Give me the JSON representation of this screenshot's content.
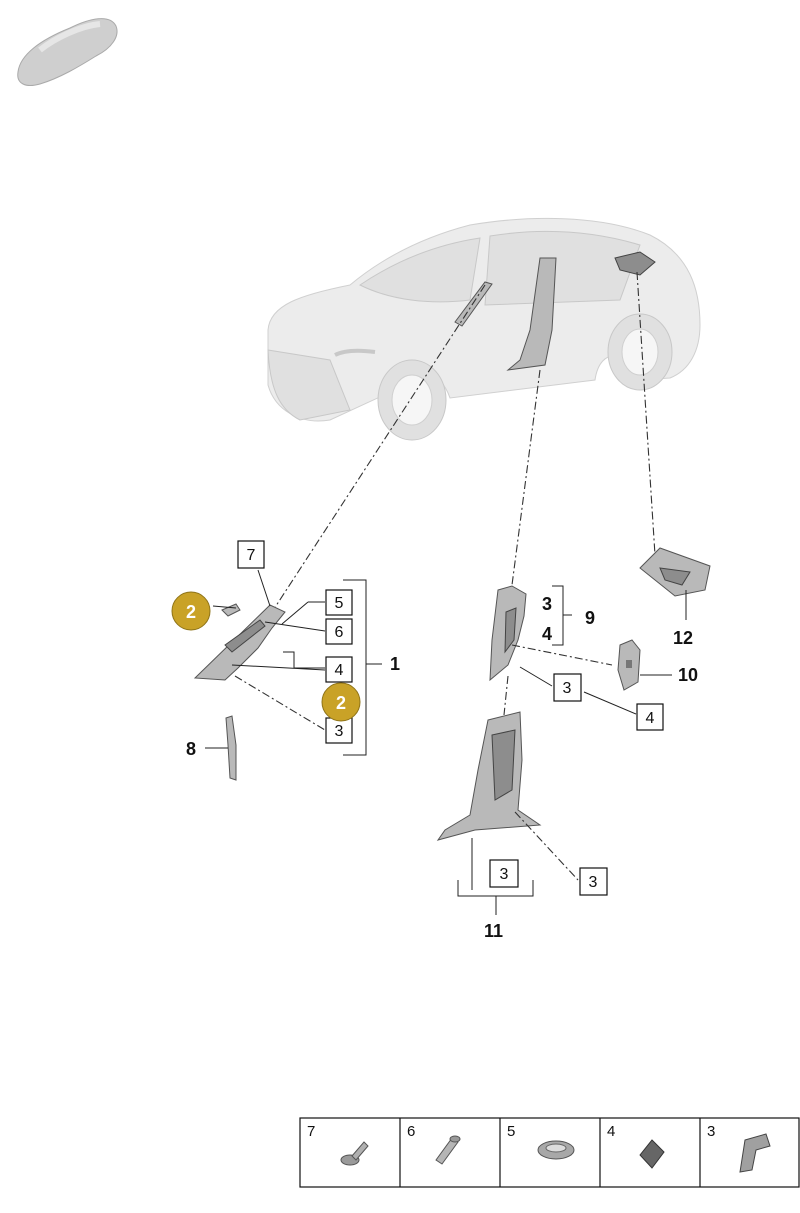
{
  "callouts": {
    "c1": "1",
    "c2a": "2",
    "c2b": "2",
    "c3a": "3",
    "c3b": "3",
    "c3c": "3",
    "c3d": "3",
    "c3e": "3",
    "c4a": "4",
    "c4b": "4",
    "c4c": "4",
    "c5": "5",
    "c6": "6",
    "c7": "7",
    "c8": "8",
    "c9": "9",
    "c10": "10",
    "c11": "11",
    "c12": "12"
  },
  "legend": [
    {
      "number": "7",
      "part": "bolt-icon"
    },
    {
      "number": "6",
      "part": "pin-icon"
    },
    {
      "number": "5",
      "part": "grommet-icon"
    },
    {
      "number": "4",
      "part": "pad-icon"
    },
    {
      "number": "3",
      "part": "clip-icon"
    }
  ],
  "colors": {
    "highlight_gold": "#c9a227",
    "part_grey": "#b9b9b9",
    "ghost_car": "#ececec"
  }
}
